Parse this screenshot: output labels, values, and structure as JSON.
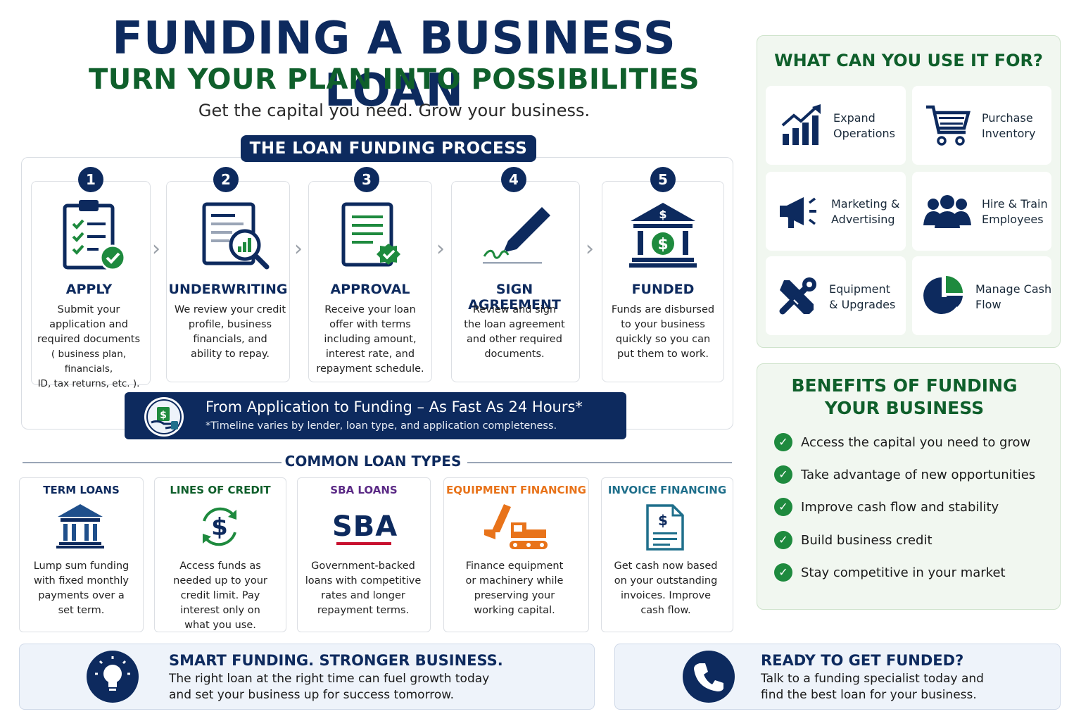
{
  "header": {
    "title": "FUNDING A BUSINESS LOAN",
    "subtitle": "TURN YOUR PLAN INTO POSSIBILITIES",
    "tagline": "Get the capital you need. Grow your business."
  },
  "process": {
    "title": "THE LOAN FUNDING PROCESS",
    "steps": [
      {
        "num": "1",
        "title": "APPLY",
        "icon": "clipboard-check-icon",
        "desc": [
          "Submit your",
          "application and",
          "required documents",
          "( business plan, financials,",
          "ID, tax returns, etc. )."
        ]
      },
      {
        "num": "2",
        "title": "UNDERWRITING",
        "icon": "document-magnifier-icon",
        "desc": [
          "We review your credit",
          "profile, business",
          "financials, and",
          "ability to repay."
        ]
      },
      {
        "num": "3",
        "title": "APPROVAL",
        "icon": "approved-document-icon",
        "desc": [
          "Receive your loan",
          "offer with terms",
          "including amount,",
          "interest rate, and",
          "repayment schedule."
        ]
      },
      {
        "num": "4",
        "title": "SIGN AGREEMENT",
        "icon": "pen-signature-icon",
        "desc": [
          "Review and sign",
          "the loan agreement",
          "and other required",
          "documents."
        ]
      },
      {
        "num": "5",
        "title": "FUNDED",
        "icon": "bank-dollar-icon",
        "desc": [
          "Funds are disbursed",
          "to your business",
          "quickly so you can",
          "put them to work."
        ]
      }
    ],
    "fast_title": "From Application to Funding – As Fast As 24 Hours*",
    "fast_note": "*Timeline varies by lender, loan type, and application completeness."
  },
  "loan_types": {
    "title": "COMMON LOAN TYPES",
    "items": [
      {
        "name": "TERM LOANS",
        "color": "#0d2a5e",
        "icon": "bank-icon",
        "desc": [
          "Lump sum funding",
          "with fixed monthly",
          "payments over a",
          "set term."
        ]
      },
      {
        "name": "LINES OF CREDIT",
        "color": "#0f5f2b",
        "icon": "dollar-cycle-icon",
        "desc": [
          "Access funds as",
          "needed up to your",
          "credit limit. Pay",
          "interest only on",
          "what you use."
        ]
      },
      {
        "name": "SBA LOANS",
        "color": "#5b2a86",
        "icon": "sba-logo-icon",
        "logo_text": "SBA",
        "desc": [
          "Government-backed",
          "loans with competitive",
          "rates and longer",
          "repayment terms."
        ]
      },
      {
        "name": "EQUIPMENT FINANCING",
        "color": "#e8731a",
        "icon": "excavator-icon",
        "desc": [
          "Finance equipment",
          "or machinery while",
          "preserving your",
          "working capital."
        ]
      },
      {
        "name": "INVOICE FINANCING",
        "color": "#1f6f8b",
        "icon": "invoice-icon",
        "desc": [
          "Get cash now based",
          "on your outstanding",
          "invoices. Improve",
          "cash flow."
        ]
      }
    ]
  },
  "uses": {
    "title": "WHAT CAN YOU USE IT FOR?",
    "items": [
      {
        "label": [
          "Expand",
          "Operations"
        ],
        "icon": "growth-chart-icon"
      },
      {
        "label": [
          "Purchase",
          "Inventory"
        ],
        "icon": "shopping-cart-icon"
      },
      {
        "label": [
          "Marketing &",
          "Advertising"
        ],
        "icon": "megaphone-icon"
      },
      {
        "label": [
          "Hire & Train",
          "Employees"
        ],
        "icon": "people-icon"
      },
      {
        "label": [
          "Equipment",
          "& Upgrades"
        ],
        "icon": "tools-icon"
      },
      {
        "label": [
          "Manage Cash",
          "Flow"
        ],
        "icon": "pie-chart-icon"
      }
    ]
  },
  "benefits": {
    "title": [
      "BENEFITS OF FUNDING",
      "YOUR BUSINESS"
    ],
    "items": [
      "Access the capital you need to grow",
      "Take advantage of new opportunities",
      "Improve cash flow and stability",
      "Build business credit",
      "Stay competitive in your market"
    ]
  },
  "footer": {
    "smart_title": "SMART FUNDING. STRONGER BUSINESS.",
    "smart_text": [
      "The right loan at the right time can fuel growth today",
      "and set your business up for success tomorrow."
    ],
    "ready_title": "READY TO GET FUNDED?",
    "ready_text": [
      "Talk to a funding specialist today and",
      "find the best loan for your business."
    ]
  },
  "colors": {
    "navy": "#0d2a5e",
    "green": "#0f5f2b",
    "check_green": "#1e8a3e",
    "orange": "#e8731a"
  }
}
